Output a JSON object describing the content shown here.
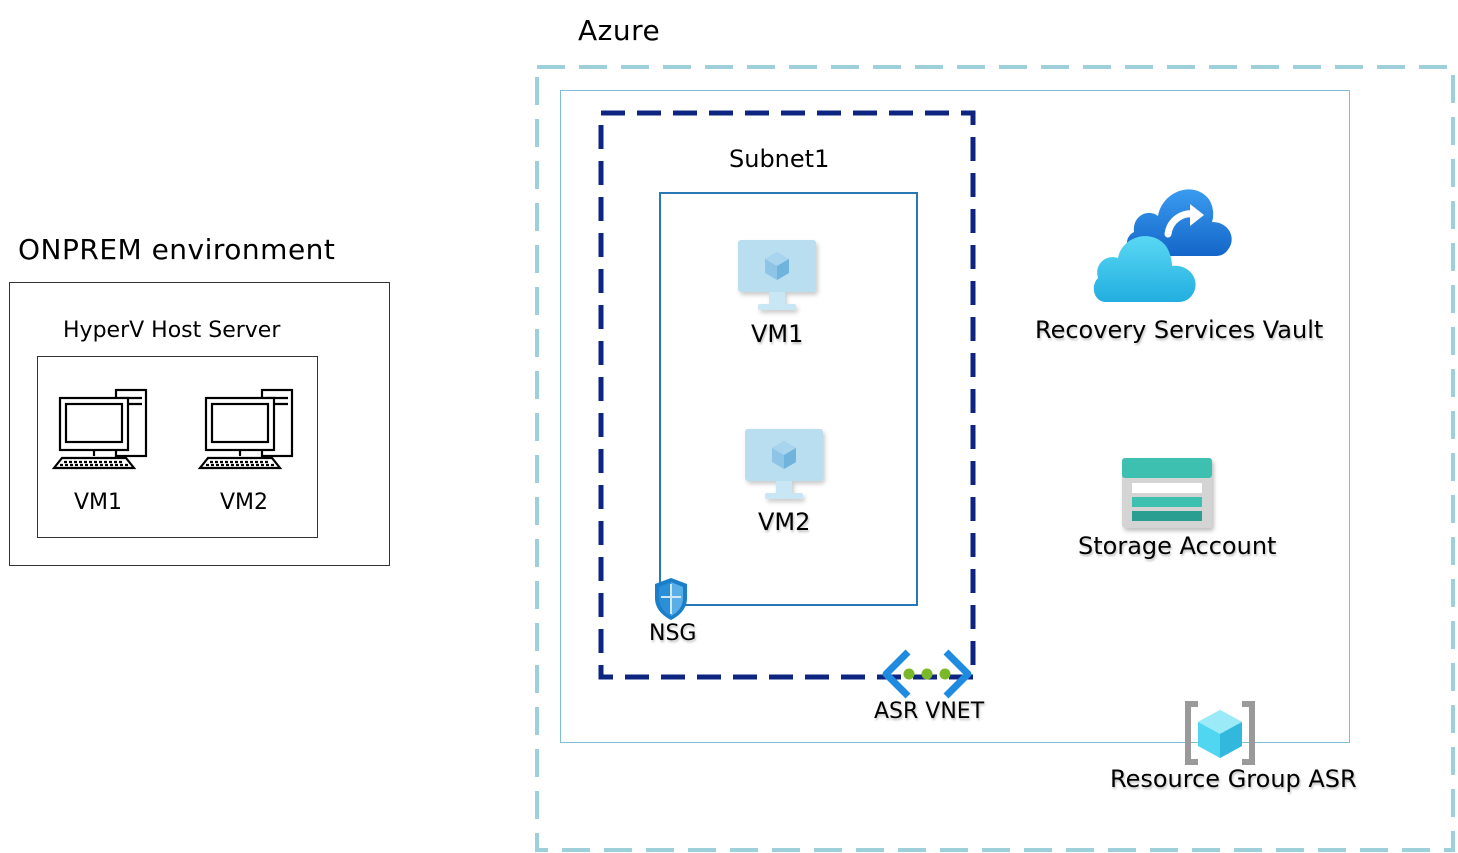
{
  "onprem": {
    "title": "ONPREM environment",
    "host_title": "HyperV Host Server",
    "vm1_label": "VM1",
    "vm2_label": "VM2"
  },
  "azure": {
    "title": "Azure",
    "subnet_title": "Subnet1",
    "vm1_label": "VM1",
    "vm2_label": "VM2",
    "nsg_label": "NSG",
    "vnet_label": "ASR VNET",
    "vault_label": "Recovery Services Vault",
    "storage_label": "Storage Account",
    "resource_group_label": "Resource Group ASR"
  },
  "colors": {
    "azure_dash": "#9dd0da",
    "rg_border": "#7fbfd6",
    "vnet_dash": "#0d2580",
    "subnet_border": "#2878b5",
    "vm_screen": "#b9def0",
    "vm_cube": "#6fb3dd",
    "nsg_shield": "#1a7ec8",
    "vnet_bracket": "#1f8be0",
    "vnet_dot": "#7ab828",
    "vault_cloud_back": "#1874d6",
    "vault_cloud_front": "#32c1ec",
    "storage_top": "#3cc0b0",
    "storage_body": "#d4d4d4",
    "rg_cube": "#50d6f0",
    "rg_bracket": "#9a9a9a"
  },
  "icons": {
    "onprem_vm": "desktop-computer-icon",
    "azure_vm": "virtual-machine-icon",
    "nsg": "network-security-group-shield-icon",
    "vnet": "virtual-network-icon",
    "vault": "recovery-services-vault-icon",
    "storage": "storage-account-icon",
    "resource_group": "resource-group-icon"
  }
}
